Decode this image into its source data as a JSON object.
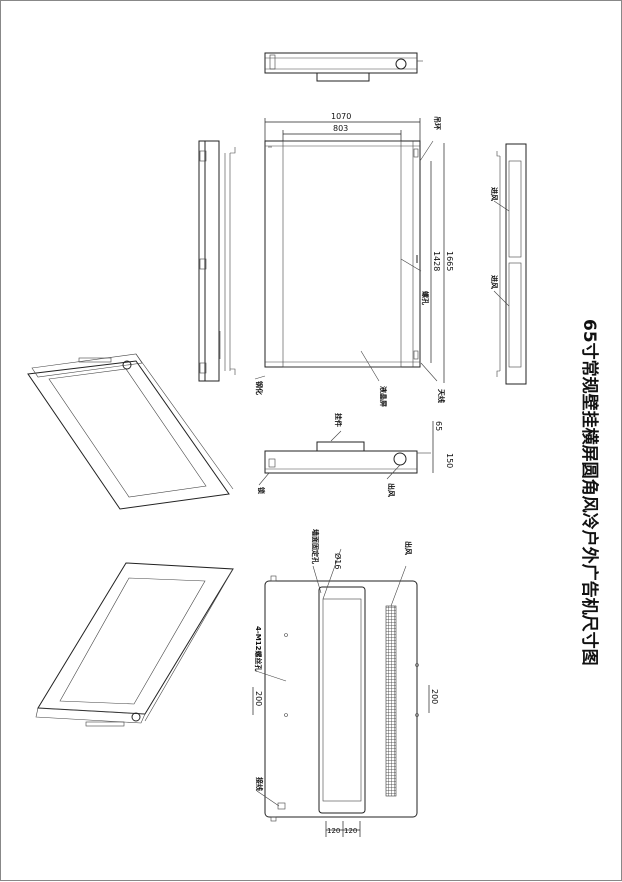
{
  "title": "65寸常规壁挂横屏圆角风冷户外广告机尺寸图",
  "front_view": {
    "dimensions": {
      "overall_width": "1070",
      "screen_width": "803",
      "overall_height": "1665",
      "screen_height": "1428"
    },
    "labels": {
      "top_right": "吊环",
      "middle": "螺孔",
      "bottom_right": "天线",
      "screen": "液晶屏",
      "bottom_left": "钢化"
    }
  },
  "side_view_right": {
    "labels": {
      "upper": "进风",
      "lower": "进风"
    }
  },
  "bottom_side_view": {
    "dimensions": {
      "bracket_depth": "65",
      "body_depth": "150"
    },
    "labels": {
      "bracket": "挂件",
      "lock": "锁",
      "fan": "出风"
    }
  },
  "rear_view": {
    "dimensions": {
      "hole_diameter": "Ø16",
      "left_spacing": "200",
      "right_spacing": "200",
      "bottom_spacing_1": "120",
      "bottom_spacing_2": "120"
    },
    "labels": {
      "mount": "墙面固定孔",
      "vent": "出风",
      "screws": "4-M12螺丝孔",
      "port": "接线"
    }
  }
}
